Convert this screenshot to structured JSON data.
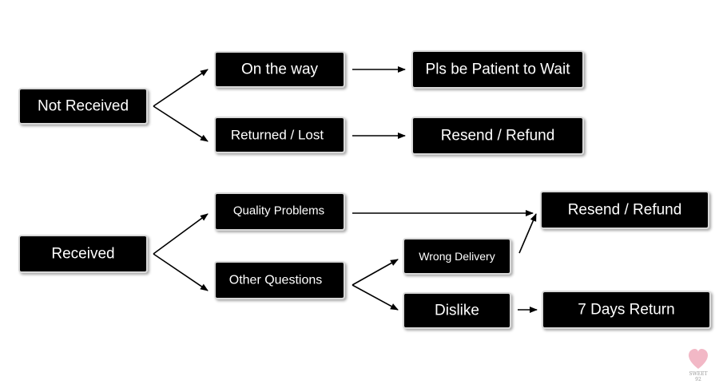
{
  "nodes": {
    "not_received": "Not Received",
    "on_the_way": "On the way",
    "pls_be_patient": "Pls be Patient to Wait",
    "returned_lost": "Returned / Lost",
    "resend_refund_1": "Resend / Refund",
    "received": "Received",
    "quality_problems": "Quality Problems",
    "resend_refund_2": "Resend / Refund",
    "other_questions": "Other Questions",
    "wrong_delivery": "Wrong Delivery",
    "dislike": "Dislike",
    "seven_days_return": "7 Days Return"
  },
  "edges": [
    {
      "from": "not_received",
      "to": "on_the_way"
    },
    {
      "from": "not_received",
      "to": "returned_lost"
    },
    {
      "from": "on_the_way",
      "to": "pls_be_patient"
    },
    {
      "from": "returned_lost",
      "to": "resend_refund_1"
    },
    {
      "from": "received",
      "to": "quality_problems"
    },
    {
      "from": "received",
      "to": "other_questions"
    },
    {
      "from": "quality_problems",
      "to": "resend_refund_2"
    },
    {
      "from": "other_questions",
      "to": "wrong_delivery"
    },
    {
      "from": "other_questions",
      "to": "dislike"
    },
    {
      "from": "wrong_delivery",
      "to": "resend_refund_2"
    },
    {
      "from": "dislike",
      "to": "seven_days_return"
    }
  ],
  "watermark": {
    "icon": "heart-icon",
    "color": "#f2b8c6",
    "line1": "SWEET",
    "line2": "92"
  },
  "colors": {
    "box_fill": "#000000",
    "box_border": "#d9d9d9",
    "text": "#ffffff",
    "arrow": "#000000"
  }
}
